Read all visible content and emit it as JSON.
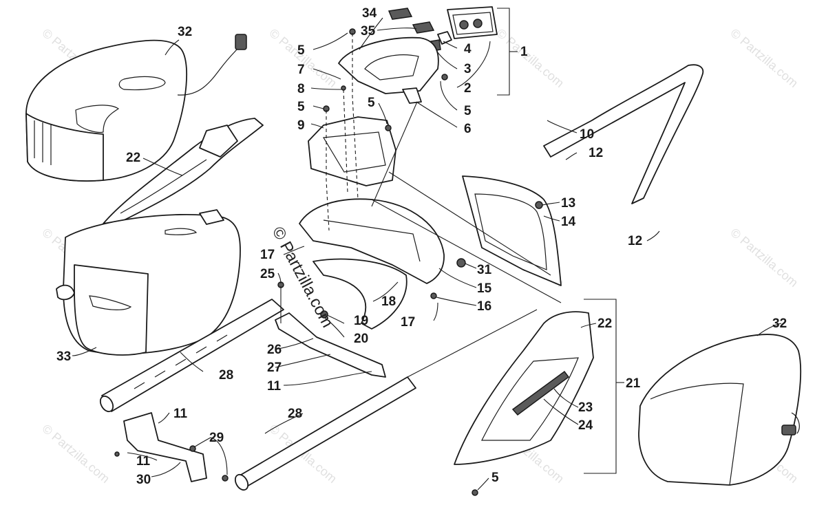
{
  "watermark": {
    "text": "© Partzilla.com",
    "center_text": "© Partzilla.com"
  },
  "callouts": {
    "c1": "1",
    "c2": "2",
    "c3": "3",
    "c4": "4",
    "c5a": "5",
    "c5b": "5",
    "c5c": "5",
    "c5d": "5",
    "c5e": "5",
    "c6": "6",
    "c7": "7",
    "c8": "8",
    "c9": "9",
    "c10": "10",
    "c11a": "11",
    "c11b": "11",
    "c11c": "11",
    "c12a": "12",
    "c12b": "12",
    "c13": "13",
    "c14": "14",
    "c15": "15",
    "c16": "16",
    "c17a": "17",
    "c17b": "17",
    "c18": "18",
    "c19": "19",
    "c20": "20",
    "c21": "21",
    "c22a": "22",
    "c22b": "22",
    "c23": "23",
    "c24": "24",
    "c25": "25",
    "c26": "26",
    "c27": "27",
    "c28a": "28",
    "c28b": "28",
    "c29": "29",
    "c30": "30",
    "c31": "31",
    "c32a": "32",
    "c32b": "32",
    "c33": "33",
    "c34": "34",
    "c35": "35"
  }
}
